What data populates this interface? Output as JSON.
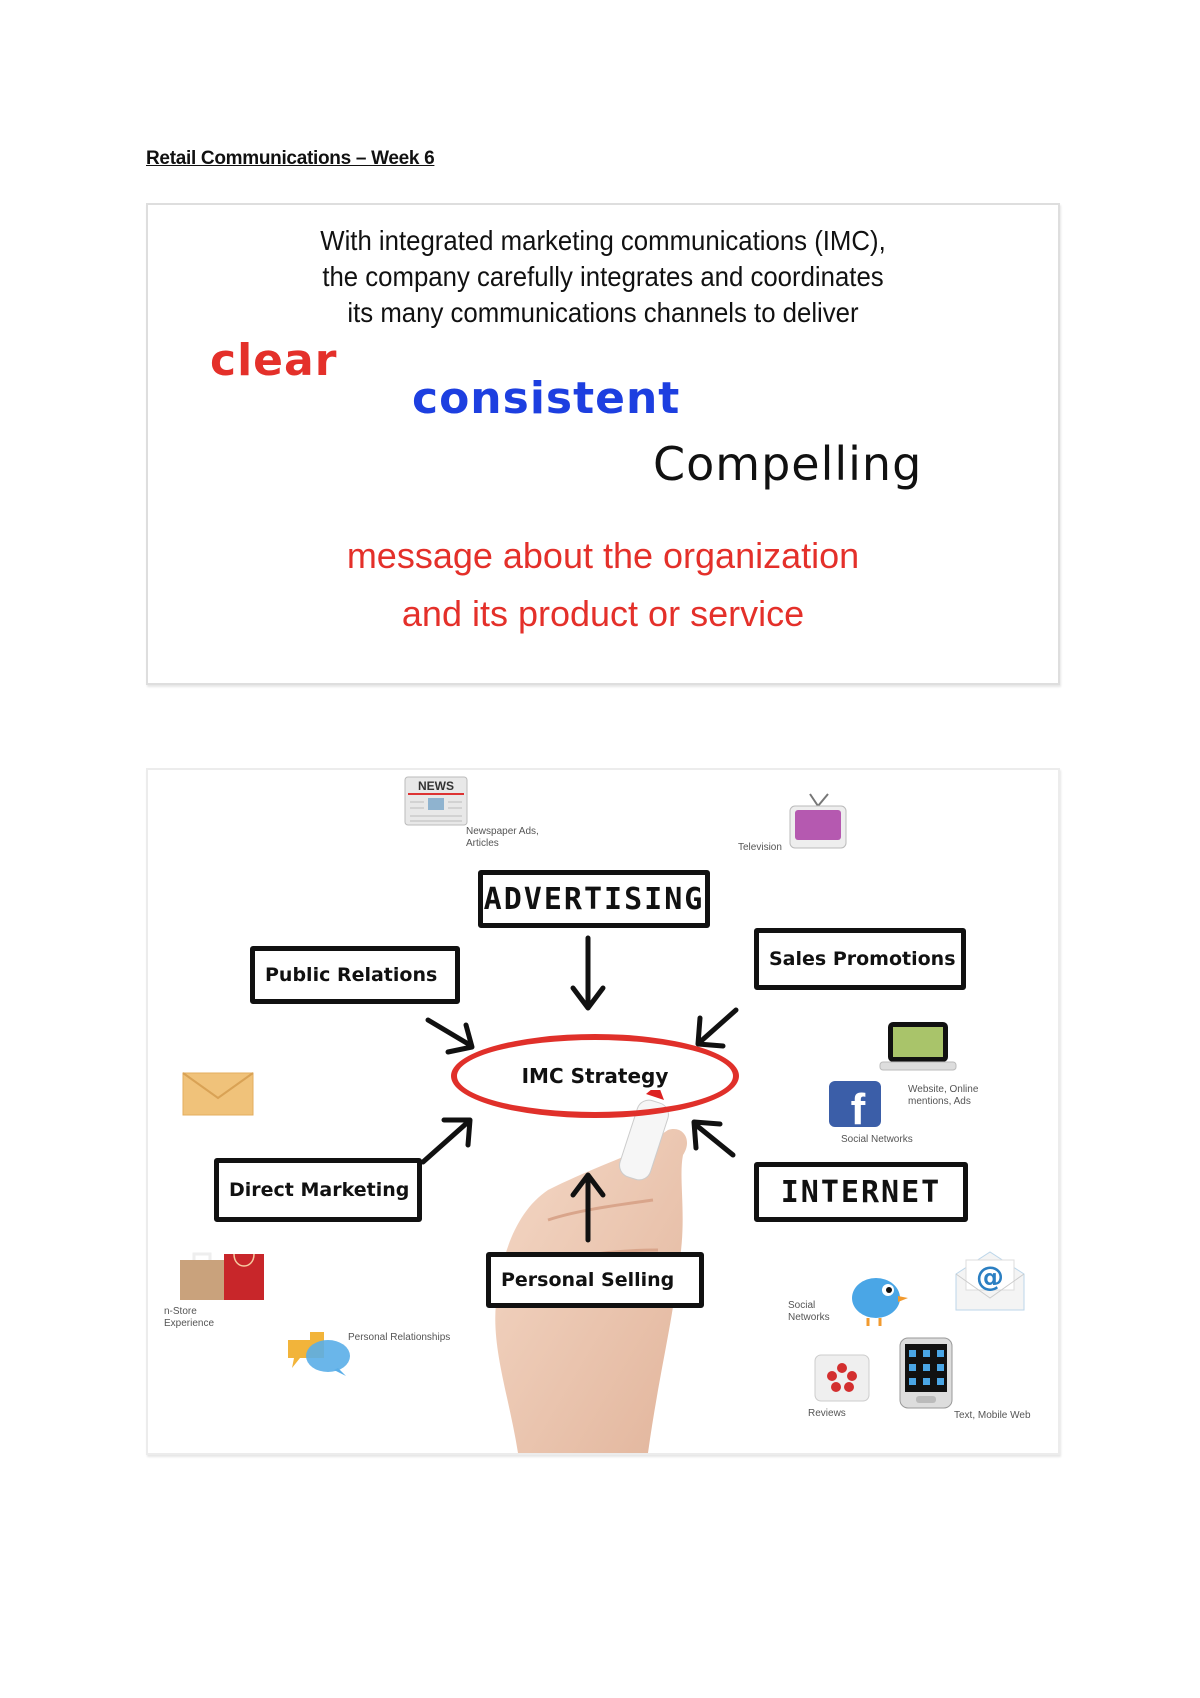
{
  "document": {
    "title": "Retail Communications – Week 6"
  },
  "slide1": {
    "intro_lines": [
      "With integrated marketing communications (IMC),",
      "the company carefully integrates and coordinates",
      "its many communications channels to deliver"
    ],
    "words": {
      "clear": "clear",
      "consistent": "consistent",
      "compelling": "Compelling"
    },
    "message_lines": [
      "message about the organization",
      "and its product or service"
    ],
    "colors": {
      "red": "#e4302a",
      "blue": "#1d3fe0",
      "black": "#111111"
    }
  },
  "slide2": {
    "center": "IMC Strategy",
    "boxes": {
      "advertising": "ADVERTISING",
      "public_relations": "Public Relations",
      "sales_promotions": "Sales Promotions",
      "direct_marketing": "Direct Marketing",
      "internet": "INTERNET",
      "personal_selling": "Personal Selling"
    },
    "icon_labels": {
      "newspaper": "Newspaper Ads,\nArticles",
      "television": "Television",
      "website": "Website, Online mentions, Ads",
      "facebook": "Social Networks",
      "twitter": "Social Networks",
      "instore": "n-Store Experience",
      "personal_relationships": "Personal Relationships",
      "reviews": "Reviews",
      "mobile": "Text, Mobile Web"
    },
    "icons": {
      "newspaper": "newspaper-icon",
      "television": "television-icon",
      "laptop": "laptop-icon",
      "facebook": "facebook-icon",
      "envelope": "envelope-icon",
      "shopping_bags": "shopping-bags-icon",
      "chat_bubbles": "chat-bubbles-icon",
      "twitter_bird": "twitter-bird-icon",
      "email": "email-at-icon",
      "yelp": "yelp-icon",
      "smartphone": "smartphone-icon"
    },
    "colors": {
      "ellipse": "#e0302a"
    }
  }
}
